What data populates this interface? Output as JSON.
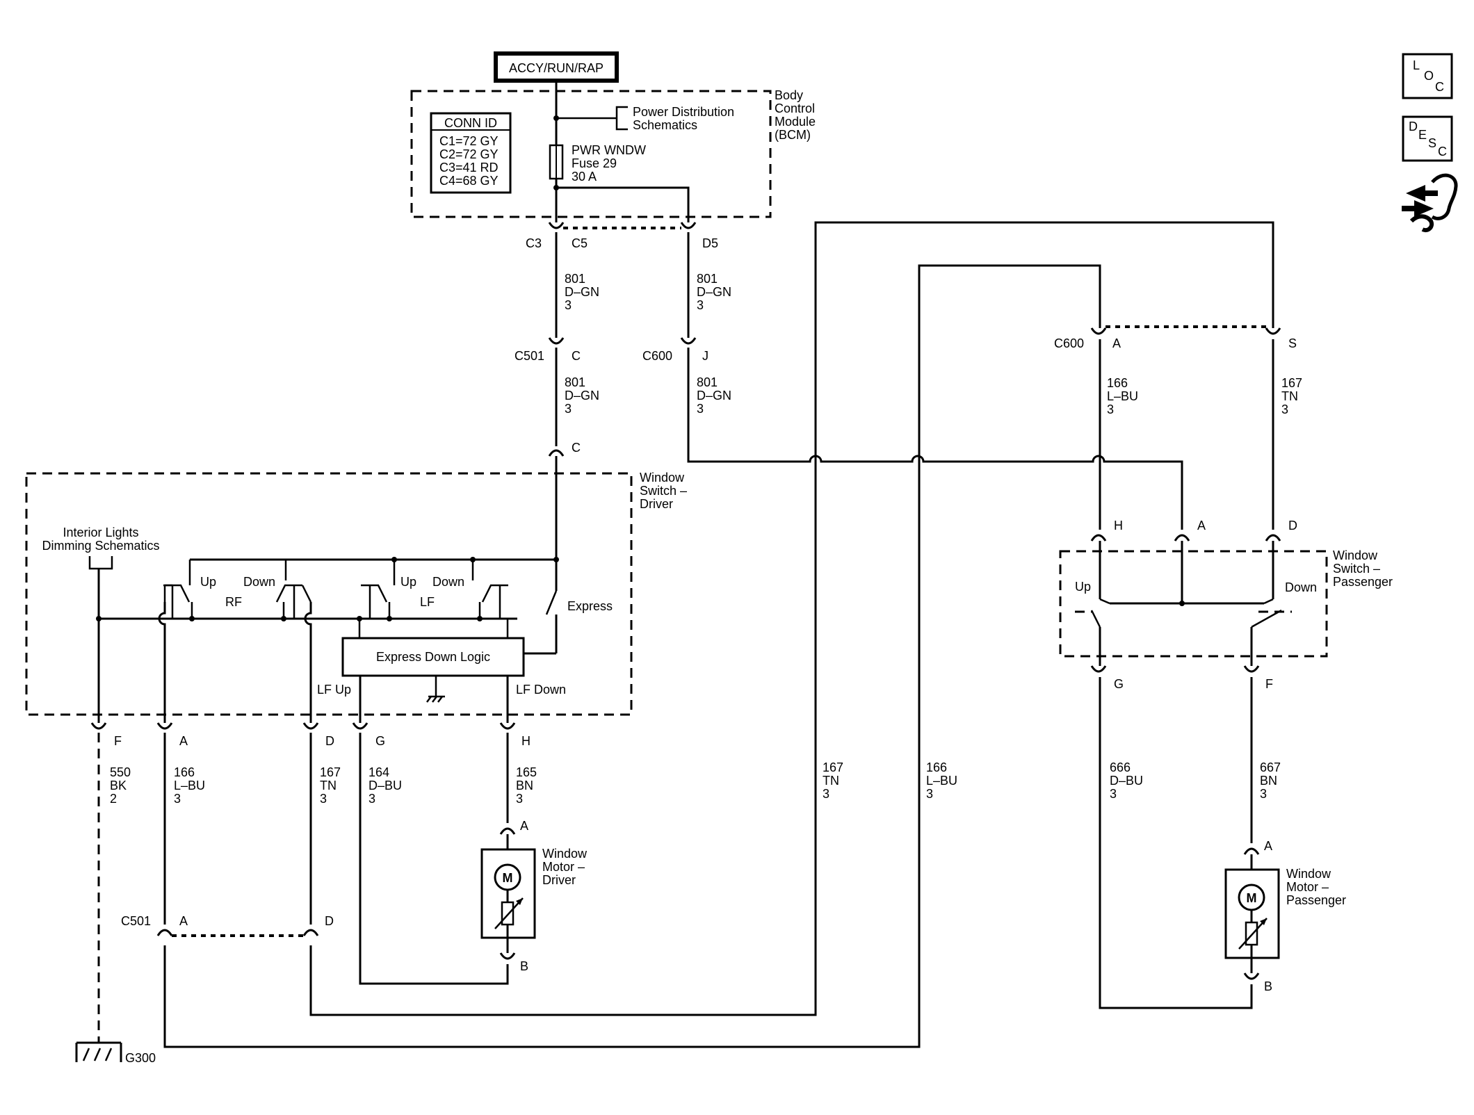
{
  "supply": {
    "label": "ACCY/RUN/RAP"
  },
  "bcm": {
    "label": [
      "Body",
      "Control",
      "Module",
      "(BCM)"
    ],
    "conn_id": {
      "title": "CONN ID",
      "rows": [
        "C1=72 GY",
        "C2=72 GY",
        "C3=41 RD",
        "C4=68 GY"
      ]
    },
    "power_ref": [
      "Power Distribution",
      "Schematics"
    ],
    "fuse": [
      "PWR WNDW",
      "Fuse 29",
      "30 A"
    ],
    "pins": {
      "c3": "C3",
      "c5": "C5",
      "d5": "D5"
    }
  },
  "connectors": {
    "c501": "C501",
    "c501_pin": "C",
    "c600": "C600",
    "c600_pin": "J",
    "switch_c": "C",
    "c600b": "C600",
    "c600b_a": "A",
    "c600b_s": "S",
    "c501b": "C501",
    "c501b_a": "A",
    "c501b_d": "D"
  },
  "wires": {
    "w801_a": [
      "801",
      "D–GN",
      "3"
    ],
    "w801_b": [
      "801",
      "D–GN",
      "3"
    ],
    "w801_c": [
      "801",
      "D–GN",
      "3"
    ],
    "w801_d": [
      "801",
      "D–GN",
      "3"
    ],
    "w166_top": [
      "166",
      "L–BU",
      "3"
    ],
    "w167_top": [
      "167",
      "TN",
      "3"
    ],
    "w550": [
      "550",
      "BK",
      "2"
    ],
    "w166_drv": [
      "166",
      "L–BU",
      "3"
    ],
    "w167_drv": [
      "167",
      "TN",
      "3"
    ],
    "w164": [
      "164",
      "D–BU",
      "3"
    ],
    "w165": [
      "165",
      "BN",
      "3"
    ],
    "w167_mid": [
      "167",
      "TN",
      "3"
    ],
    "w166_mid": [
      "166",
      "L–BU",
      "3"
    ],
    "w666": [
      "666",
      "D–BU",
      "3"
    ],
    "w667": [
      "667",
      "BN",
      "3"
    ]
  },
  "driver_switch": {
    "label": [
      "Window",
      "Switch –",
      "Driver"
    ],
    "lights_ref": [
      "Interior Lights",
      "Dimming Schematics"
    ],
    "rf": {
      "up": "Up",
      "down": "Down",
      "name": "RF"
    },
    "lf": {
      "up": "Up",
      "down": "Down",
      "name": "LF"
    },
    "express": "Express",
    "logic": "Express Down Logic",
    "lf_up": "LF Up",
    "lf_down": "LF Down",
    "pins": [
      "F",
      "A",
      "D",
      "G",
      "H"
    ]
  },
  "driver_motor": {
    "label": [
      "Window",
      "Motor –",
      "Driver"
    ],
    "m": "M",
    "pin_a": "A",
    "pin_b": "B"
  },
  "passenger_switch": {
    "label": [
      "Window",
      "Switch –",
      "Passenger"
    ],
    "up": "Up",
    "down": "Down",
    "top_pins": [
      "H",
      "A",
      "D"
    ],
    "bottom_pins": [
      "G",
      "F"
    ]
  },
  "passenger_motor": {
    "label": [
      "Window",
      "Motor –",
      "Passenger"
    ],
    "m": "M",
    "pin_a": "A",
    "pin_b": "B"
  },
  "ground": {
    "label": "G300"
  },
  "side_icons": {
    "loc": [
      "L",
      "O",
      "C"
    ],
    "desc": [
      "D",
      "E",
      "S",
      "C"
    ],
    "icon": "wrench-arrows-icon"
  }
}
